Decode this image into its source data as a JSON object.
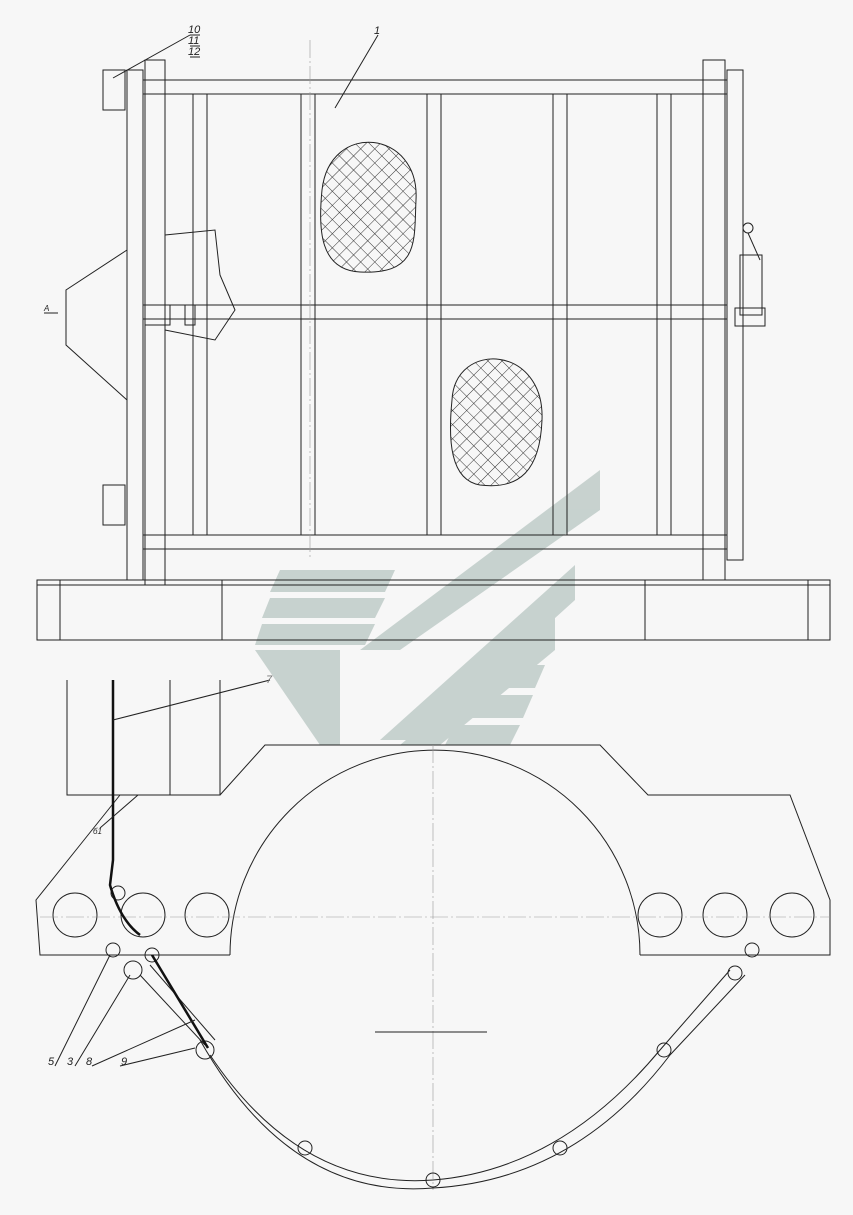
{
  "drawing": {
    "top_view_labels": {
      "callout_10": "10",
      "callout_11": "11",
      "callout_12": "12",
      "callout_1": "1",
      "section_mark": "A"
    },
    "bottom_view_labels": {
      "callout_7": "7",
      "callout_b1": "б1",
      "callout_5": "5",
      "callout_3": "3",
      "callout_8": "8",
      "callout_9": "9"
    },
    "colors": {
      "line": "#222222",
      "watermark": "#b8c6c2",
      "background": "#f7f7f7"
    }
  }
}
